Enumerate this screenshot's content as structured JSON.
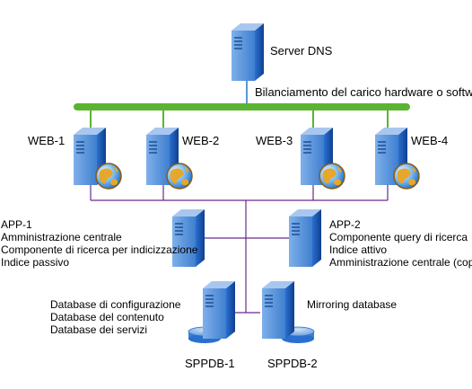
{
  "dns": {
    "label": "Server DNS"
  },
  "load_balancer": {
    "label": "Bilanciamento del carico hardware o software"
  },
  "web_servers": [
    {
      "label": "WEB-1"
    },
    {
      "label": "WEB-2"
    },
    {
      "label": "WEB-3"
    },
    {
      "label": "WEB-4"
    }
  ],
  "app1": {
    "lines": [
      "APP-1",
      "Amministrazione centrale",
      "Componente di ricerca per indicizzazione",
      "Indice passivo"
    ]
  },
  "app2": {
    "lines": [
      "APP-2",
      "Componente query di ricerca",
      "Indice attivo",
      "Amministrazione centrale (copia)"
    ]
  },
  "db1": {
    "label": "SPPDB-1",
    "lines": [
      "Database di configurazione",
      "Database del contenuto",
      "Database dei servizi"
    ]
  },
  "db2": {
    "label": "SPPDB-2",
    "lines": [
      "Mirroring database"
    ]
  },
  "colors": {
    "network_bar": "#5ab432",
    "connector_blue": "#1f78c8",
    "connector_purple": "#6a2a8a",
    "connector_green": "#5ab432",
    "server_front": "#1d5fb5",
    "server_side": "#5f95d8",
    "server_top": "#a9c7ee"
  }
}
